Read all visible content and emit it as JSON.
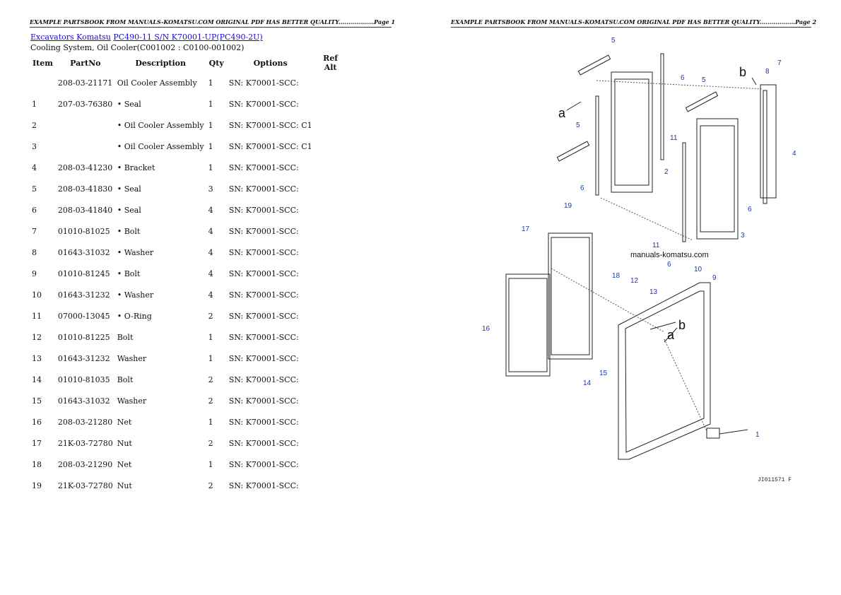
{
  "banner": {
    "left": "EXAMPLE PARTSBOOK FROM MANUALS-KOMATSU.COM ORIGINAL PDF HAS BETTER QUALITY..................Page 1",
    "right": "EXAMPLE PARTSBOOK FROM MANUALS-KOMATSU.COM ORIGINAL PDF HAS BETTER QUALITY..................Page 2"
  },
  "breadcrumb": {
    "link1": "Excavators Komatsu",
    "link2": "PC490-11 S/N K70001-UP(PC490-2U)"
  },
  "subtitle": "Cooling System, Oil Cooler(C001002 : C0100-001002)",
  "table": {
    "headers": [
      "Item",
      "PartNo",
      "Description",
      "Qty",
      "Options",
      "Ref Alt"
    ],
    "rows": [
      {
        "item": "",
        "part": "208-03-21171",
        "desc": "Oil Cooler Assembly",
        "qty": "1",
        "opt": "SN: K70001-SCC:"
      },
      {
        "item": "1",
        "part": "207-03-76380",
        "desc": "• Seal",
        "qty": "1",
        "opt": "SN: K70001-SCC:"
      },
      {
        "item": "2",
        "part": "",
        "desc": "• Oil Cooler Assembly",
        "qty": "1",
        "opt": "SN: K70001-SCC: C1"
      },
      {
        "item": "3",
        "part": "",
        "desc": "• Oil Cooler Assembly",
        "qty": "1",
        "opt": "SN: K70001-SCC: C1"
      },
      {
        "item": "4",
        "part": "208-03-41230",
        "desc": "• Bracket",
        "qty": "1",
        "opt": "SN: K70001-SCC:"
      },
      {
        "item": "5",
        "part": "208-03-41830",
        "desc": "• Seal",
        "qty": "3",
        "opt": "SN: K70001-SCC:"
      },
      {
        "item": "6",
        "part": "208-03-41840",
        "desc": "• Seal",
        "qty": "4",
        "opt": "SN: K70001-SCC:"
      },
      {
        "item": "7",
        "part": "01010-81025",
        "desc": "• Bolt",
        "qty": "4",
        "opt": "SN: K70001-SCC:"
      },
      {
        "item": "8",
        "part": "01643-31032",
        "desc": "• Washer",
        "qty": "4",
        "opt": "SN: K70001-SCC:"
      },
      {
        "item": "9",
        "part": "01010-81245",
        "desc": "• Bolt",
        "qty": "4",
        "opt": "SN: K70001-SCC:"
      },
      {
        "item": "10",
        "part": "01643-31232",
        "desc": "• Washer",
        "qty": "4",
        "opt": "SN: K70001-SCC:"
      },
      {
        "item": "11",
        "part": "07000-13045",
        "desc": "• O-Ring",
        "qty": "2",
        "opt": "SN: K70001-SCC:"
      },
      {
        "item": "12",
        "part": "01010-81225",
        "desc": "Bolt",
        "qty": "1",
        "opt": "SN: K70001-SCC:"
      },
      {
        "item": "13",
        "part": "01643-31232",
        "desc": "Washer",
        "qty": "1",
        "opt": "SN: K70001-SCC:"
      },
      {
        "item": "14",
        "part": "01010-81035",
        "desc": "Bolt",
        "qty": "2",
        "opt": "SN: K70001-SCC:"
      },
      {
        "item": "15",
        "part": "01643-31032",
        "desc": "Washer",
        "qty": "2",
        "opt": "SN: K70001-SCC:"
      },
      {
        "item": "16",
        "part": "208-03-21280",
        "desc": "Net",
        "qty": "1",
        "opt": "SN: K70001-SCC:"
      },
      {
        "item": "17",
        "part": "21K-03-72780",
        "desc": "Nut",
        "qty": "2",
        "opt": "SN: K70001-SCC:"
      },
      {
        "item": "18",
        "part": "208-03-21290",
        "desc": "Net",
        "qty": "1",
        "opt": "SN: K70001-SCC:"
      },
      {
        "item": "19",
        "part": "21K-03-72780",
        "desc": "Nut",
        "qty": "2",
        "opt": "SN: K70001-SCC:"
      }
    ]
  },
  "diagram": {
    "watermark": "manuals-komatsu.com",
    "code": "JI011571 F",
    "callouts": {
      "c5a": "5",
      "c6a": "6",
      "c5b": "5",
      "c7": "7",
      "c8": "8",
      "b1": "b",
      "a1": "a",
      "c5c": "5",
      "c11a": "11",
      "c2": "2",
      "c4": "4",
      "c6b": "6",
      "c6c": "6",
      "c19": "19",
      "c17": "17",
      "c11b": "11",
      "c3": "3",
      "c6d": "6",
      "c10": "10",
      "c9": "9",
      "c18": "18",
      "c12": "12",
      "c13": "13",
      "b2": "b",
      "a2": "a",
      "c16": "16",
      "c15": "15",
      "c14": "14",
      "c1": "1"
    }
  }
}
